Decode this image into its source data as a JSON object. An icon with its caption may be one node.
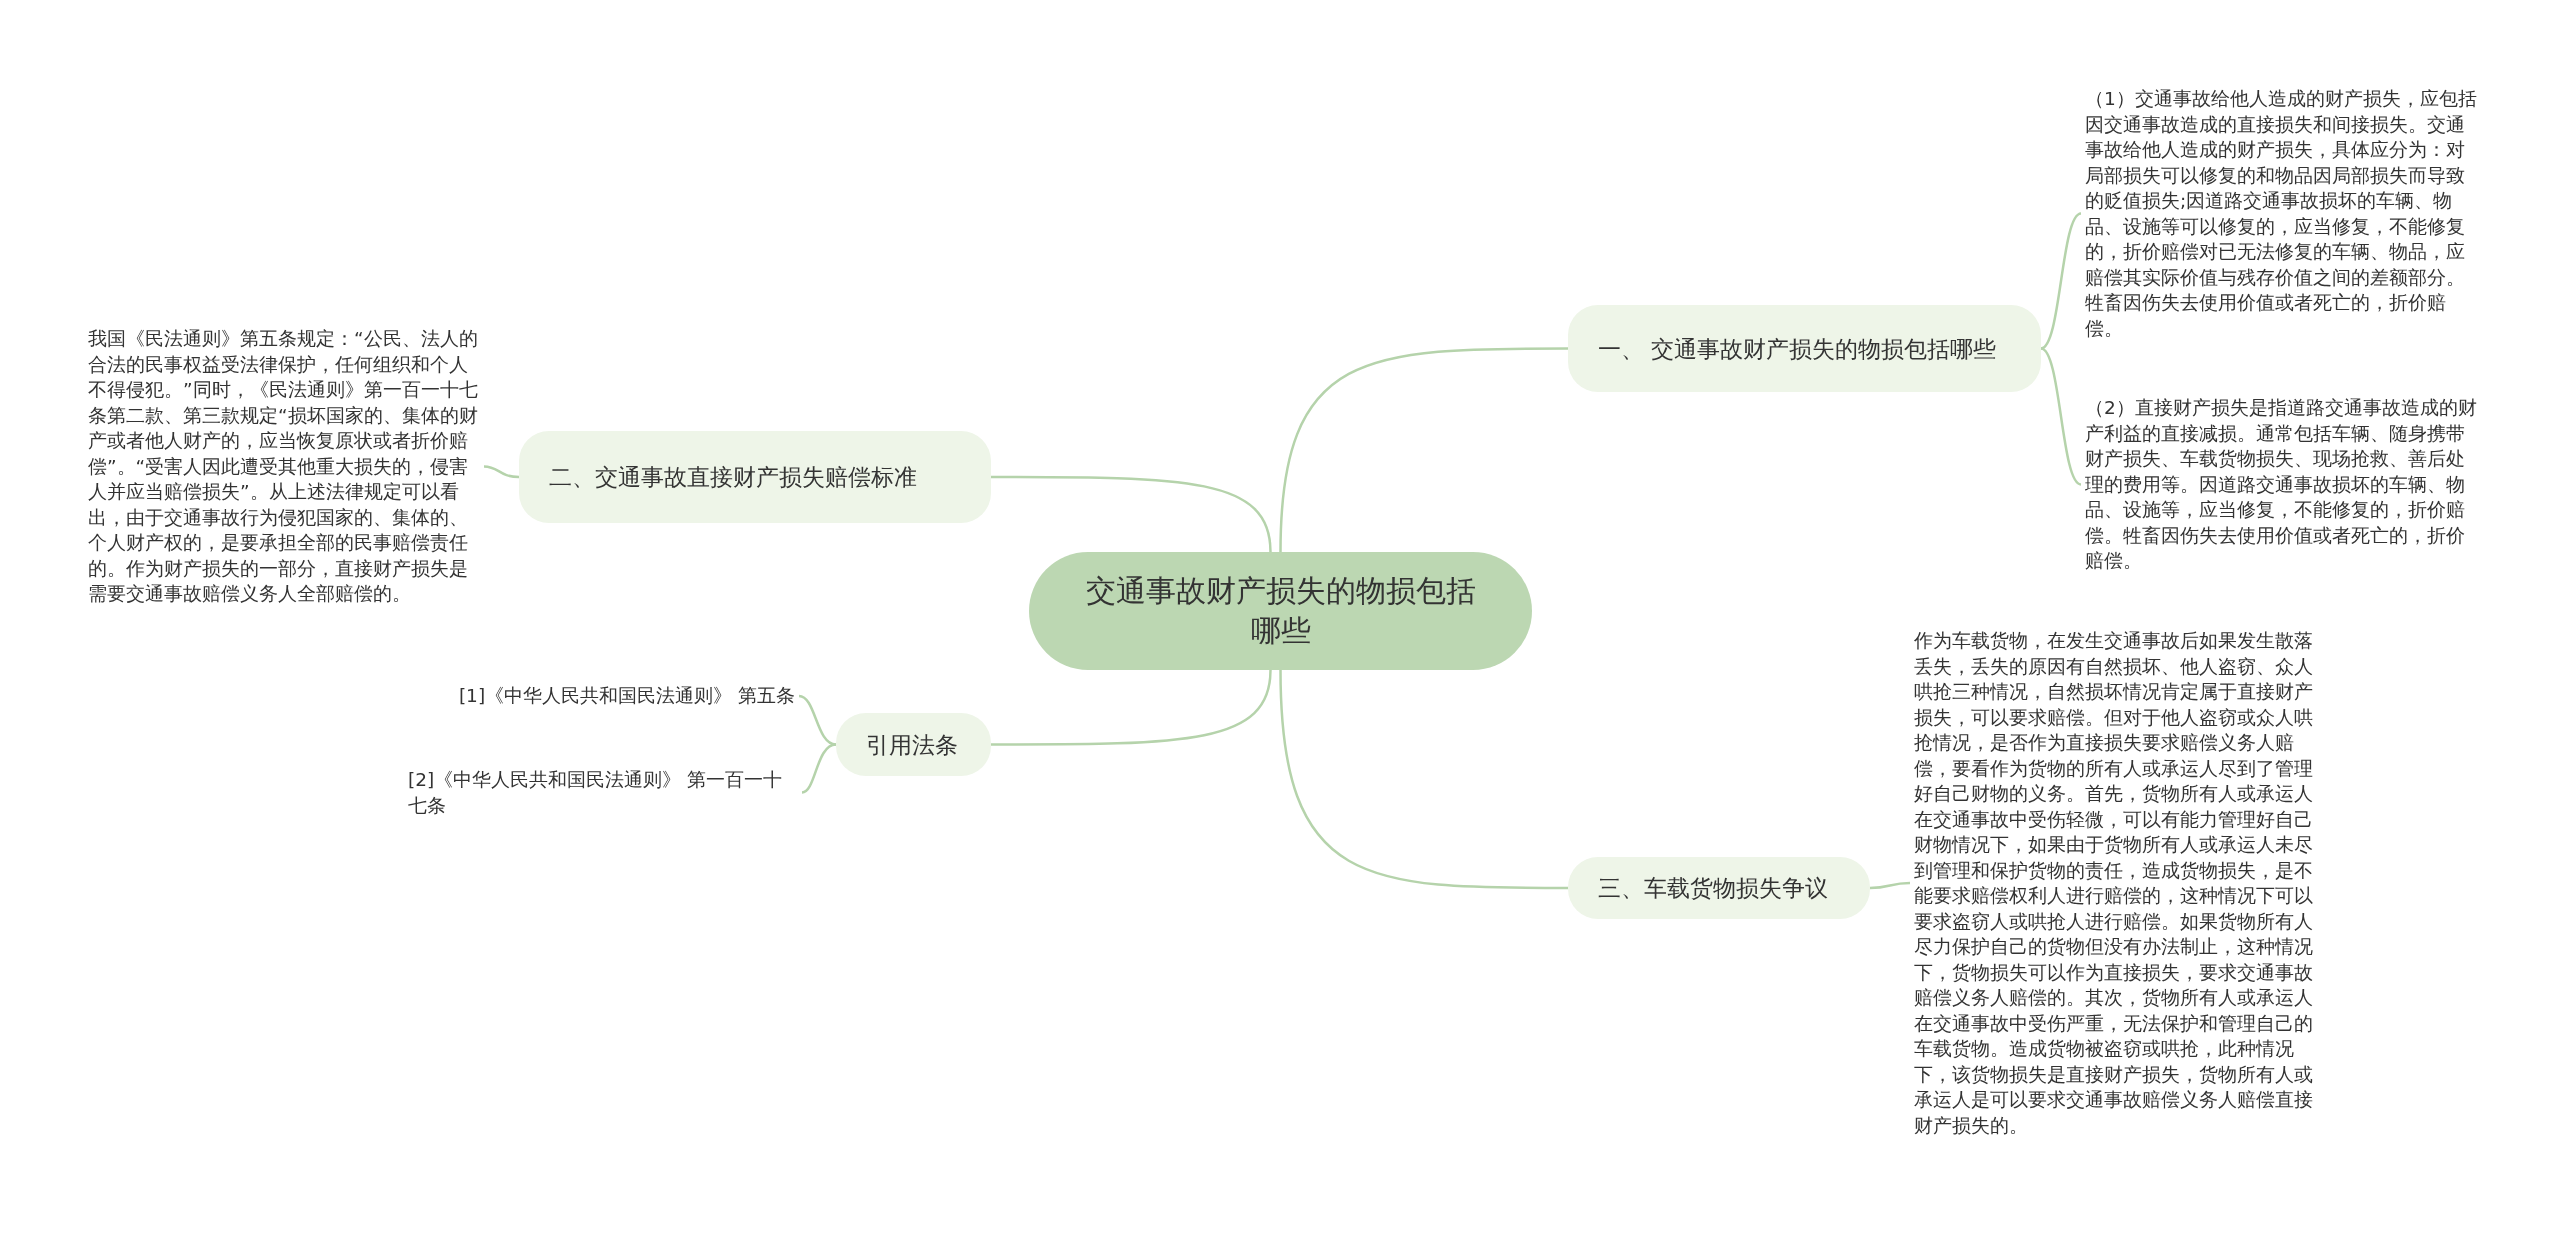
{
  "diagram": {
    "nodes": [
      {
        "text": [
          "交通事故财产损失的物损包括哪些"
        ]
      },
      {
        "text": [
          "一、 交通事故财产损失的物损包括哪些"
        ]
      },
      {
        "text": [
          "（1）交通事故给他人造成的财产损失，应包括因交通事故造成的直接损失和间接损失。交通事故给他人造成的财产损失，具体应分为：对局部损失可以修复的和物品因局部损失而导致的贬值损失;因道路交通事故损坏的车辆、物品、设施等可以修复的，应当修复，不能修复的，折价赔偿对已无法修复的车辆、物品，应赔偿其实际价值与残存价值之间的差额部分。牲畜因伤失去使用价值或者死亡的，折价赔偿。"
        ]
      },
      {
        "text": [
          "（2）直接财产损失是指道路交通事故造成的财产利益的直接减损。通常包括车辆、随身携带财产损失、车载货物损失、现场抢救、善后处理的费用等。因道路交通事故损坏的车辆、物品、设施等，应当修复，不能修复的，折价赔偿。牲畜因伤失去使用价值或者死亡的，折价赔偿。"
        ]
      },
      {
        "text": [
          "二、交通事故直接财产损失赔偿标准"
        ]
      },
      {
        "text": [
          "我国《民法通则》第五条规定：“公民、法人的合法的民事权益受法律保护，任何组织和个人不得侵犯。”同时，《民法通则》第一百一十七条第二款、第三款规定“损坏国家的、集体的财产或者他人财产的，应当恢复原状或者折价赔偿”。“受害人因此遭受其他重大损失的，侵害人并应当赔偿损失”。从上述法律规定可以看出，由于交通事故行为侵犯国家的、集体的、个人财产权的，是要承担全部的民事赔偿责任的。作为财产损失的一部分，直接财产损失是需要交通事故赔偿义务人全部赔偿的。"
        ]
      },
      {
        "text": [
          "引用法条"
        ]
      },
      {
        "text": [
          "[1]《中华人民共和国民法通则》 第五条"
        ]
      },
      {
        "text": [
          "[2]《中华人民共和国民法通则》 第一百一十七条"
        ]
      },
      {
        "text": [
          "三、车载货物损失争议"
        ]
      },
      {
        "text": [
          "作为车载货物，在发生交通事故后如果发生散落丢失，丢失的原因有自然损坏、他人盗窃、众人哄抢三种情况，自然损坏情况肯定属于直接财产损失，可以要求赔偿。但对于他人盗窃或众人哄抢情况，是否作为直接损失要求赔偿义务人赔偿，要看作为货物的所有人或承运人尽到了管理好自己财物的义务。首先，货物所有人或承运人在交通事故中受伤轻微，可以有能力管理好自己财物情况下，如果由于货物所有人或承运人未尽到管理和保护货物的责任，造成货物损失，是不能要求赔偿权利人进行赔偿的，这种情况下可以要求盗窃人或哄抢人进行赔偿。如果货物所有人尽力保护自己的货物但没有办法制止，这种情况下，货物损失可以作为直接损失，要求交通事故赔偿义务人赔偿的。其次，货物所有人或承运人在交通事故中受伤严重，无法保护和管理自己的车载货物。造成货物被盗窃或哄抢，此种情况下，该货物损失是直接财产损失，货物所有人或承运人是可以要求交通事故赔偿义务人赔偿直接财产损失的。"
        ]
      }
    ],
    "edges": [
      {
        "from": 0,
        "to": 1,
        "arrow": "none"
      },
      {
        "from": 1,
        "to": 2,
        "arrow": "none"
      },
      {
        "from": 1,
        "to": 3,
        "arrow": "none"
      },
      {
        "from": 0,
        "to": 4,
        "arrow": "none"
      },
      {
        "from": 4,
        "to": 5,
        "arrow": "none"
      },
      {
        "from": 0,
        "to": 6,
        "arrow": "none"
      },
      {
        "from": 6,
        "to": 7,
        "arrow": "none"
      },
      {
        "from": 6,
        "to": 8,
        "arrow": "none"
      },
      {
        "from": 0,
        "to": 9,
        "arrow": "none"
      },
      {
        "from": 9,
        "to": 10,
        "arrow": "none"
      }
    ]
  }
}
